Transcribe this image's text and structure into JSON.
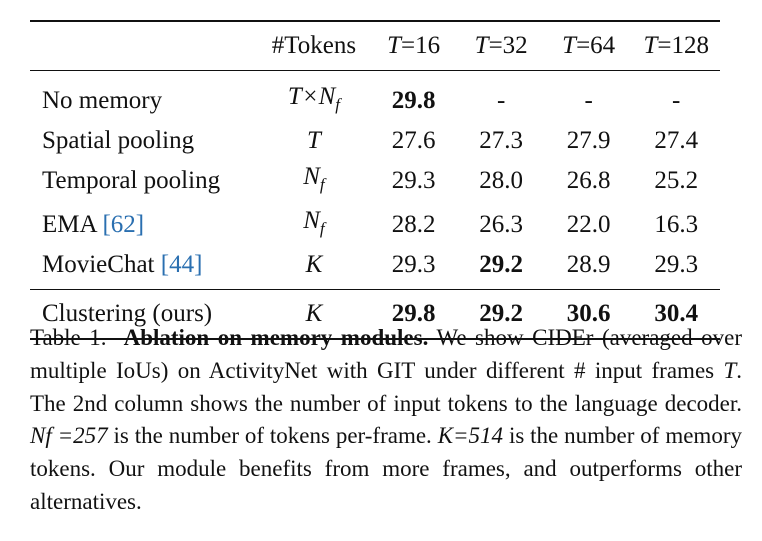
{
  "table": {
    "header": {
      "method": "",
      "tokens": "#Tokens",
      "t_cols": [
        "T=16",
        "T=32",
        "T=64",
        "T=128"
      ]
    },
    "rows": [
      {
        "method": "No memory",
        "tokens": "T×Nf",
        "values": [
          "29.8",
          "-",
          "-",
          "-"
        ],
        "bold": [
          true,
          false,
          false,
          false
        ]
      },
      {
        "method": "Spatial pooling",
        "tokens": "T",
        "values": [
          "27.6",
          "27.3",
          "27.9",
          "27.4"
        ],
        "bold": [
          false,
          false,
          false,
          false
        ]
      },
      {
        "method": "Temporal pooling",
        "tokens": "Nf",
        "values": [
          "29.3",
          "28.0",
          "26.8",
          "25.2"
        ],
        "bold": [
          false,
          false,
          false,
          false
        ]
      },
      {
        "method": "EMA",
        "cite": "[62]",
        "tokens": "Nf",
        "values": [
          "28.2",
          "26.3",
          "22.0",
          "16.3"
        ],
        "bold": [
          false,
          false,
          false,
          false
        ]
      },
      {
        "method": "MovieChat",
        "cite": "[44]",
        "tokens": "K",
        "values": [
          "29.3",
          "29.2",
          "28.9",
          "29.3"
        ],
        "bold": [
          false,
          true,
          false,
          false
        ]
      },
      {
        "method": "Clustering (ours)",
        "tokens": "K",
        "values": [
          "29.8",
          "29.2",
          "30.6",
          "30.4"
        ],
        "bold": [
          true,
          true,
          true,
          true
        ]
      }
    ]
  },
  "caption": {
    "label": "Table 1.",
    "title": "Ablation on memory modules.",
    "body_1": "We show CIDEr (averaged over multiple IoUs) on ActivityNet with GIT under different # input frames ",
    "var_T": "T",
    "body_2": ". The 2nd column shows the number of input tokens to the language decoder. ",
    "var_Nf_eq": "Nf =257",
    "body_3": " is the number of tokens per-frame. ",
    "var_K_eq": "K=514",
    "body_4": " is the number of memory tokens. Our module benefits from more frames, and outperforms other alternatives."
  }
}
